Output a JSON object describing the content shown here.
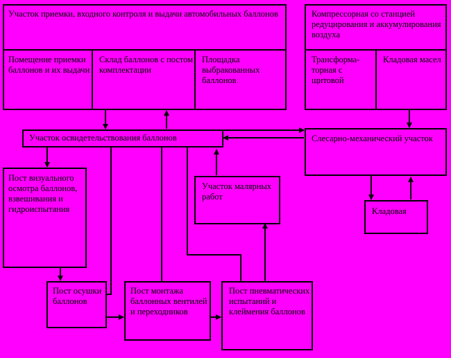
{
  "diagram": {
    "reception_section": {
      "title": "Участок приемки, входного контроля и выдачи автомобильных баллонов",
      "rooms": [
        "Помещение приемки баллонов и их выдачи",
        "Склад баллонов с постом комплектации",
        "Площадка выбракованных баллонов"
      ]
    },
    "compressor_section": {
      "title": "Компрессорная со станцией редуцирования и аккумулирования воздуха",
      "rooms": [
        "Трансформа-торная с щитовой",
        "Кладовая масел"
      ]
    },
    "certification_section": "Участок освидетельствования баллонов",
    "mechanical_section": "Слесарно-механический участок",
    "storeroom": "Кладовая",
    "painting_section": "Участок малярных работ",
    "inspection_post": "Пост визуального осмотра баллонов, взвешивания и гидроиспытания",
    "drying_post": "Пост осушки баллонов",
    "valve_post": "Пост монтажа баллонных вентилей и переходников",
    "pneumatic_post": "Пост пневматических испытаний и клеймения баллонов"
  },
  "colors": {
    "background": "#FF00FF",
    "border": "#000000",
    "text": "#000000"
  }
}
